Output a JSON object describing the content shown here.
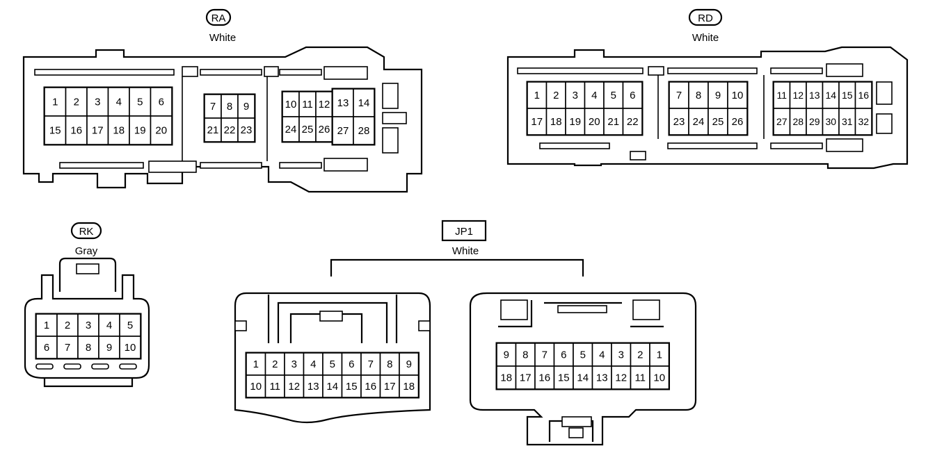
{
  "connectors": {
    "RA": {
      "code": "RA",
      "color": "White",
      "pins": [
        "1",
        "2",
        "3",
        "4",
        "5",
        "6",
        "15",
        "16",
        "17",
        "18",
        "19",
        "20",
        "7",
        "8",
        "9",
        "21",
        "22",
        "23",
        "10",
        "11",
        "12",
        "24",
        "25",
        "26",
        "13",
        "14",
        "27",
        "28"
      ]
    },
    "RD": {
      "code": "RD",
      "color": "White",
      "pins": [
        "1",
        "2",
        "3",
        "4",
        "5",
        "6",
        "17",
        "18",
        "19",
        "20",
        "21",
        "22",
        "7",
        "8",
        "9",
        "10",
        "23",
        "24",
        "25",
        "26",
        "11",
        "12",
        "13",
        "14",
        "15",
        "16",
        "27",
        "28",
        "29",
        "30",
        "31",
        "32"
      ]
    },
    "RK": {
      "code": "RK",
      "color": "Gray",
      "pins": [
        "1",
        "2",
        "3",
        "4",
        "5",
        "6",
        "7",
        "8",
        "9",
        "10"
      ]
    },
    "JP1": {
      "code": "JP1",
      "color": "White",
      "left_pins": [
        "1",
        "2",
        "3",
        "4",
        "5",
        "6",
        "7",
        "8",
        "9",
        "10",
        "11",
        "12",
        "13",
        "14",
        "15",
        "16",
        "17",
        "18"
      ],
      "right_pins": [
        "9",
        "8",
        "7",
        "6",
        "5",
        "4",
        "3",
        "2",
        "1",
        "18",
        "17",
        "16",
        "15",
        "14",
        "13",
        "12",
        "11",
        "10"
      ]
    }
  }
}
